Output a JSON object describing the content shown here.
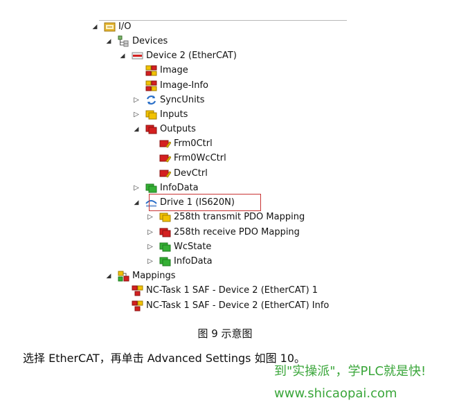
{
  "tree": [
    {
      "label": "I/O",
      "icon": "io-folder-icon",
      "expander": "open"
    },
    {
      "label": "Devices",
      "icon": "devices-icon",
      "expander": "open"
    },
    {
      "label": "Device 2 (EtherCAT)",
      "icon": "ethercat-device-icon",
      "expander": "open"
    },
    {
      "label": "Image",
      "icon": "image-icon",
      "expander": "none"
    },
    {
      "label": "Image-Info",
      "icon": "image-info-icon",
      "expander": "none"
    },
    {
      "label": "SyncUnits",
      "icon": "syncunits-icon",
      "expander": "closed"
    },
    {
      "label": "Inputs",
      "icon": "inputs-icon",
      "expander": "closed"
    },
    {
      "label": "Outputs",
      "icon": "outputs-icon",
      "expander": "open"
    },
    {
      "label": "Frm0Ctrl",
      "icon": "output-var-icon",
      "expander": "none"
    },
    {
      "label": "Frm0WcCtrl",
      "icon": "output-var-icon",
      "expander": "none"
    },
    {
      "label": "DevCtrl",
      "icon": "output-var-icon",
      "expander": "none"
    },
    {
      "label": "InfoData",
      "icon": "infodata-icon",
      "expander": "closed"
    },
    {
      "label": "Drive 1 (IS620N)",
      "icon": "drive-icon",
      "expander": "open"
    },
    {
      "label": "258th transmit PDO Mapping",
      "icon": "transmit-pdo-icon",
      "expander": "closed"
    },
    {
      "label": "258th receive PDO Mapping",
      "icon": "receive-pdo-icon",
      "expander": "closed"
    },
    {
      "label": "WcState",
      "icon": "wcstate-icon",
      "expander": "closed"
    },
    {
      "label": "InfoData",
      "icon": "infodata-icon",
      "expander": "closed"
    },
    {
      "label": "Mappings",
      "icon": "mappings-icon",
      "expander": "open"
    },
    {
      "label": "NC-Task 1 SAF - Device 2 (EtherCAT) 1",
      "icon": "mapping-item-icon",
      "expander": "none"
    },
    {
      "label": "NC-Task 1 SAF - Device 2 (EtherCAT) Info",
      "icon": "mapping-item-icon",
      "expander": "none"
    }
  ],
  "caption": "图 9 示意图",
  "body_text": "选择 EtherCAT，再单击 Advanced Settings 如图 10。",
  "watermark": {
    "line1": "到\"实操派\"，学PLC就是快!",
    "line2": "www.shicaopai.com"
  },
  "colors": {
    "highlight_border": "#c83232",
    "watermark": "#3aa63a",
    "yellow": "#f2c200",
    "red": "#d42020",
    "green": "#35b035",
    "blue": "#2a6fc8"
  }
}
